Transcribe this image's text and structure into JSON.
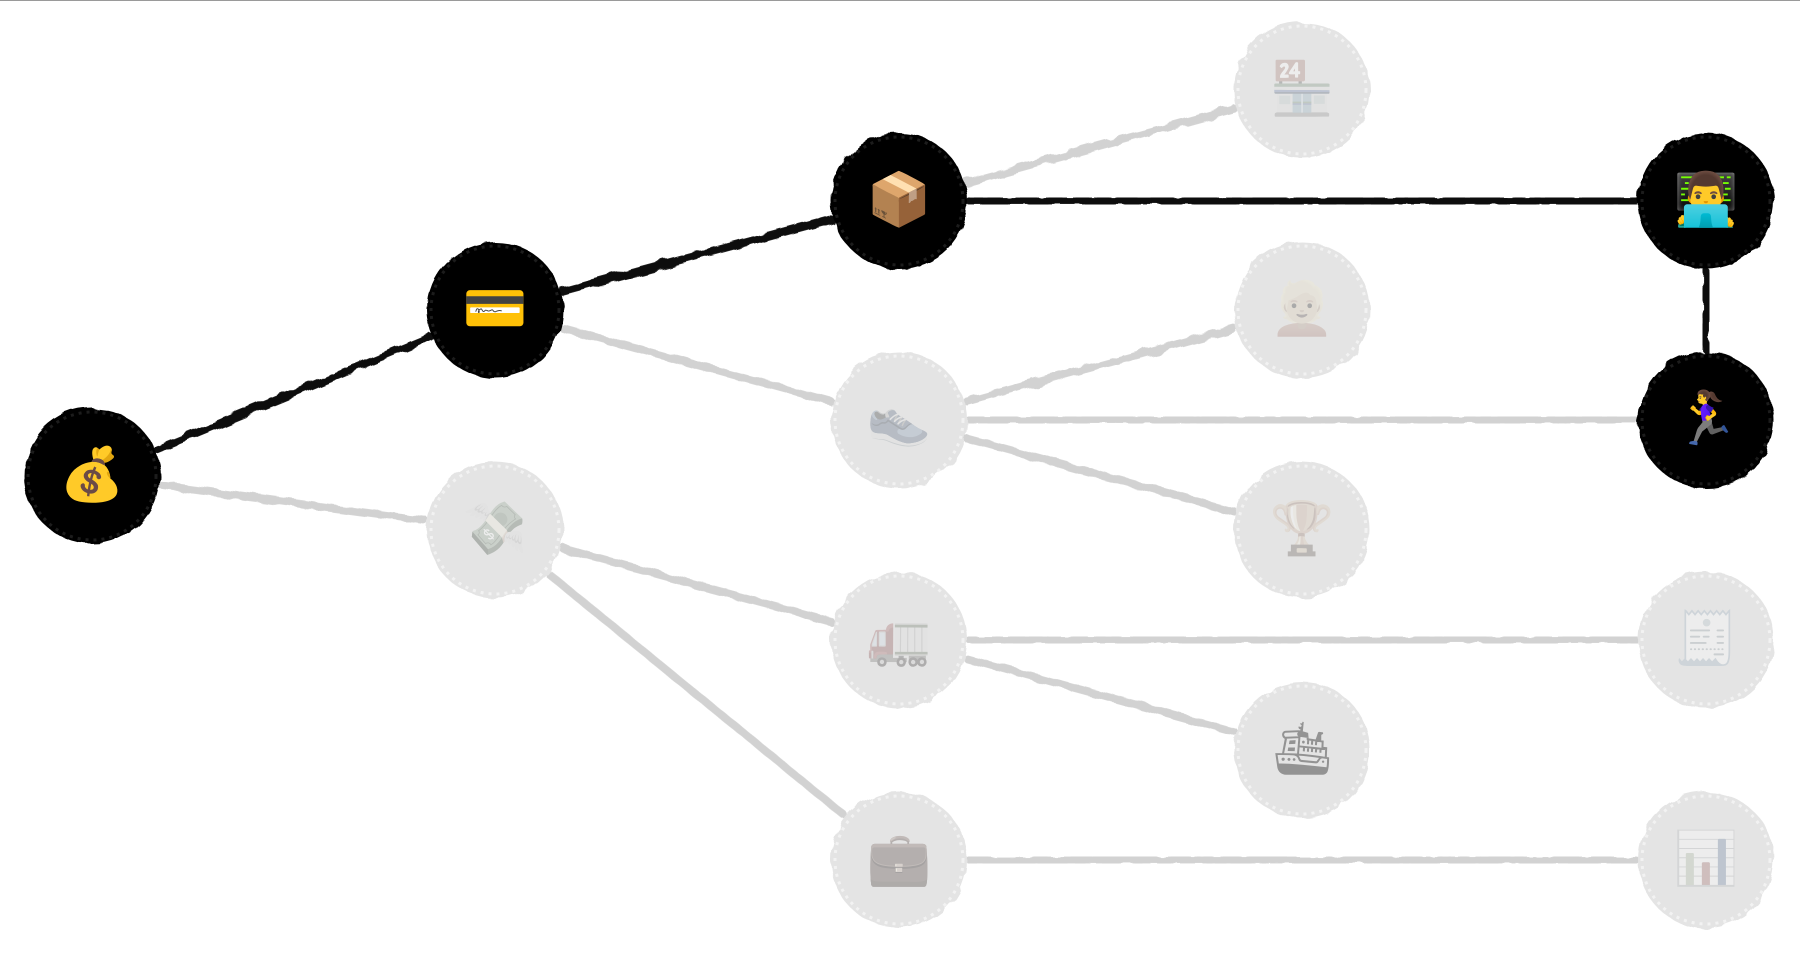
{
  "diagram": {
    "colors": {
      "active_fill": "#000000",
      "inactive_fill": "#e4e4e4",
      "active_edge": "#0a0a0a",
      "inactive_edge": "#d2d2d2",
      "background": "#ffffff"
    },
    "nodes": [
      {
        "id": "money-bag",
        "icon": "money-bag-icon",
        "glyph": "💰",
        "active": true
      },
      {
        "id": "credit-card",
        "icon": "credit-card-icon",
        "glyph": "💳",
        "active": true
      },
      {
        "id": "flying-money",
        "icon": "flying-money-icon",
        "glyph": "💸",
        "active": false
      },
      {
        "id": "package",
        "icon": "package-icon",
        "glyph": "📦",
        "active": true
      },
      {
        "id": "running-shoe",
        "icon": "running-shoe-icon",
        "glyph": "👟",
        "active": false
      },
      {
        "id": "delivery-truck",
        "icon": "delivery-truck-icon",
        "glyph": "🚛",
        "active": false
      },
      {
        "id": "briefcase",
        "icon": "briefcase-icon",
        "glyph": "💼",
        "active": false
      },
      {
        "id": "convenience-store",
        "icon": "convenience-store-icon",
        "glyph": "🏪",
        "active": false
      },
      {
        "id": "person",
        "icon": "person-icon",
        "glyph": "👱",
        "active": false
      },
      {
        "id": "trophy",
        "icon": "trophy-icon",
        "glyph": "🏆",
        "active": false
      },
      {
        "id": "ship",
        "icon": "ship-icon",
        "glyph": "🛳",
        "active": false
      },
      {
        "id": "technologist",
        "icon": "technologist-icon",
        "glyph": "👨‍💻",
        "active": true
      },
      {
        "id": "runner",
        "icon": "runner-icon",
        "glyph": "🏃‍♀️",
        "active": true
      },
      {
        "id": "receipt",
        "icon": "receipt-icon",
        "glyph": "🧾",
        "active": false
      },
      {
        "id": "bar-chart",
        "icon": "bar-chart-icon",
        "glyph": "📊",
        "active": false
      }
    ],
    "edges": [
      {
        "from": "money-bag",
        "to": "credit-card",
        "active": true
      },
      {
        "from": "money-bag",
        "to": "flying-money",
        "active": false
      },
      {
        "from": "credit-card",
        "to": "package",
        "active": true
      },
      {
        "from": "credit-card",
        "to": "running-shoe",
        "active": false
      },
      {
        "from": "flying-money",
        "to": "delivery-truck",
        "active": false
      },
      {
        "from": "flying-money",
        "to": "briefcase",
        "active": false
      },
      {
        "from": "package",
        "to": "convenience-store",
        "active": false
      },
      {
        "from": "package",
        "to": "technologist",
        "active": true
      },
      {
        "from": "running-shoe",
        "to": "person",
        "active": false
      },
      {
        "from": "running-shoe",
        "to": "runner",
        "active": false
      },
      {
        "from": "running-shoe",
        "to": "trophy",
        "active": false
      },
      {
        "from": "delivery-truck",
        "to": "receipt",
        "active": false
      },
      {
        "from": "delivery-truck",
        "to": "ship",
        "active": false
      },
      {
        "from": "briefcase",
        "to": "bar-chart",
        "active": false
      },
      {
        "from": "technologist",
        "to": "runner",
        "active": true
      }
    ]
  }
}
